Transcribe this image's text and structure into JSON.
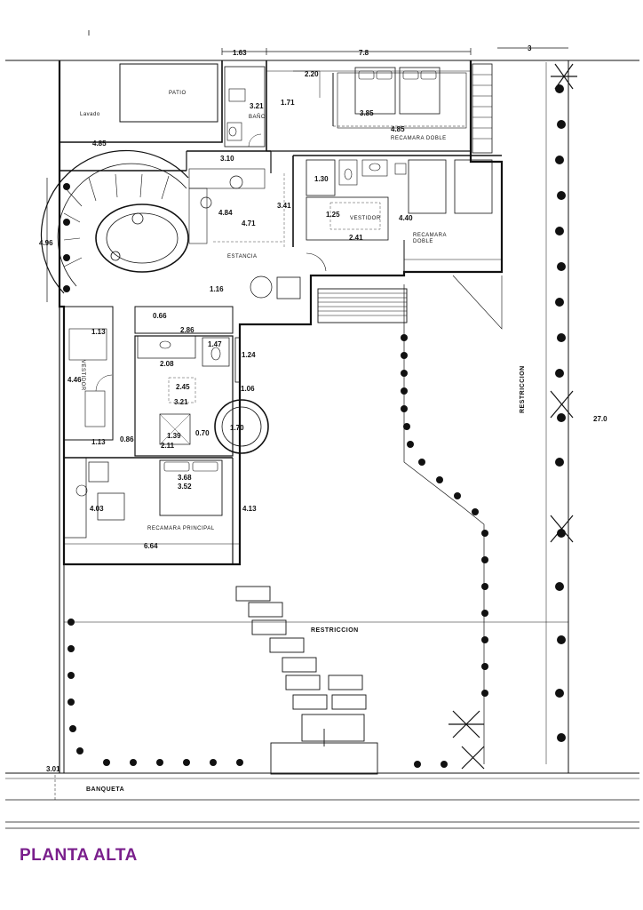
{
  "title": "PLANTA ALTA",
  "rooms": {
    "patio": "PATIO",
    "lavado": "Lavado",
    "bano": "BAÑO",
    "recamara_doble_1": "RECAMARA DOBLE",
    "recamara_doble_2_a": "RECAMARA",
    "recamara_doble_2_b": "DOBLE",
    "vestidor_1": "VESTIDOR",
    "vestidor_2": "VESTIDOR",
    "estancia": "ESTANCIA",
    "recamara_principal": "RECAMARA PRINCIPAL",
    "restriccion_1": "RESTRICCION",
    "restriccion_2": "RESTRICCION",
    "banqueta": "BANQUETA"
  },
  "dimensions": {
    "d_163": "1.63",
    "d_78": "7.8",
    "d_3": "3",
    "d_220": "2.20",
    "d_171": "1.71",
    "d_321a": "3.21",
    "d_385": "3.85",
    "d_485a": "4.85",
    "d_485b": "4.85",
    "d_310": "3.10",
    "d_130": "1.30",
    "d_125": "1.25",
    "d_341": "3.41",
    "d_440": "4.40",
    "d_484": "4.84",
    "d_471": "4.71",
    "d_241": "2.41",
    "d_496": "4.96",
    "d_116": "1.16",
    "d_066": "0.66",
    "d_286": "2.86",
    "d_113a": "1.13",
    "d_147": "1.47",
    "d_208": "2.08",
    "d_124": "1.24",
    "d_446": "4.46",
    "d_245": "2.45",
    "d_106": "1.06",
    "d_321b": "3.21",
    "d_139": "1.39",
    "d_070": "0.70",
    "d_170": "1.70",
    "d_113b": "1.13",
    "d_086": "0.86",
    "d_211": "2.11",
    "d_368": "3.68",
    "d_352": "3.52",
    "d_403": "4.03",
    "d_413": "4.13",
    "d_664": "6.64",
    "d_27": "27.0",
    "d_301": "3.01"
  }
}
